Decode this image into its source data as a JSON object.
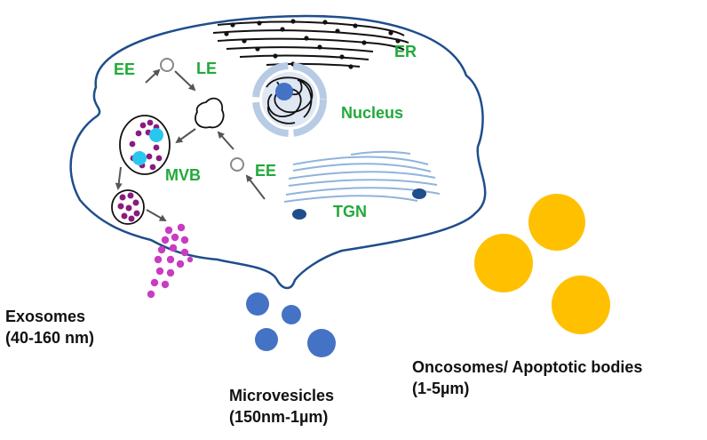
{
  "labels": {
    "ee_top": "EE",
    "le": "LE",
    "er": "ER",
    "nucleus": "Nucleus",
    "mvb": "MVB",
    "ee_mid": "EE",
    "tgn": "TGN"
  },
  "vesicle_labels": {
    "exosomes": {
      "name": "Exosomes",
      "size": "(40-160 nm)"
    },
    "microvesicles": {
      "name": "Microvesicles",
      "size": "(150nm-1µm)"
    },
    "oncosomes": {
      "name": "Oncosomes/ Apoptotic bodies",
      "size": "(1-5µm)"
    }
  },
  "colors": {
    "membrane": "#1f4e8c",
    "organelle_label": "#22a93a",
    "exosome": "#c93cc2",
    "mvb_cargo": "#8a1a7e",
    "intraluminal": "#29c7f0",
    "microvesicle": "#4472c4",
    "oncosome": "#ffc000",
    "golgi": "#8fb4dc",
    "nucleus_outer": "#b8cbe4",
    "nucleolus": "#4472c4",
    "arrow": "#555555"
  }
}
